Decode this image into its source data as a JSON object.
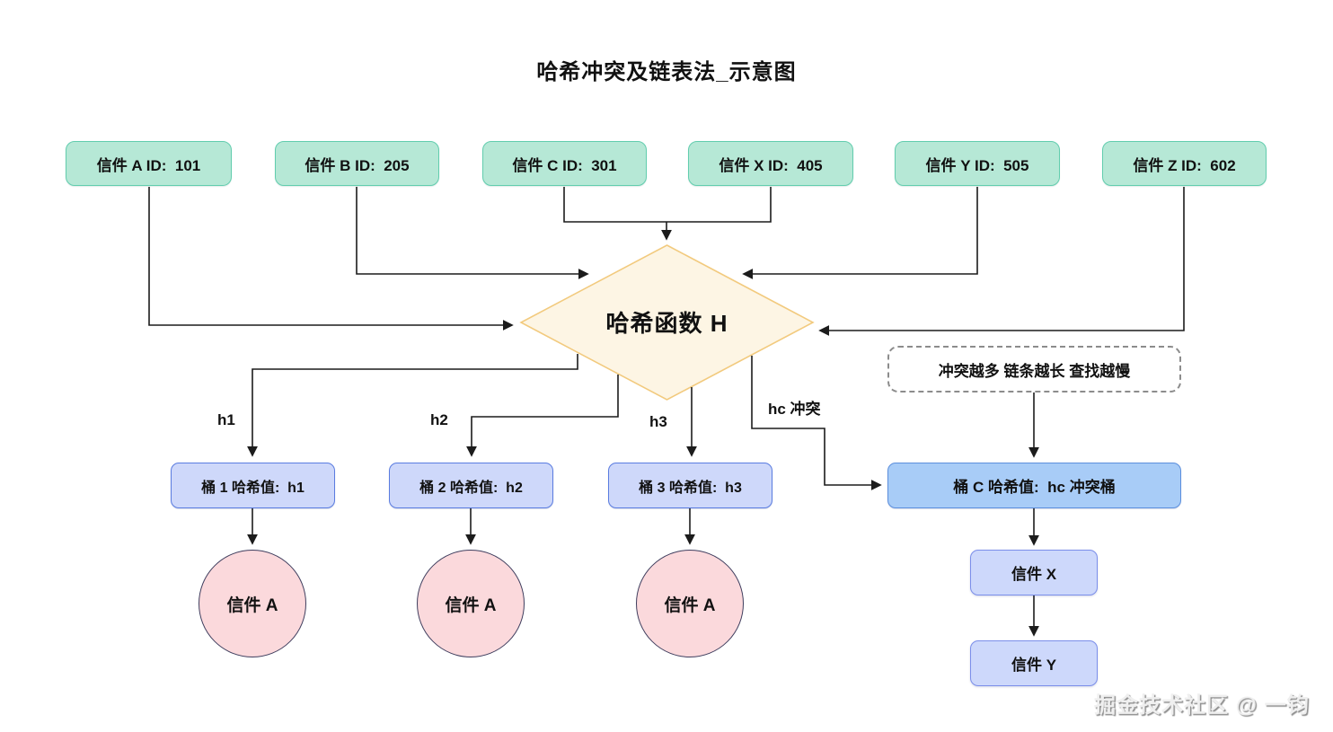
{
  "title": "哈希冲突及链表法_示意图",
  "watermark": "掘金技术社区 @ 一钧",
  "mails": [
    {
      "label": "信件 A ID:  101"
    },
    {
      "label": "信件 B ID:  205"
    },
    {
      "label": "信件 C ID:  301"
    },
    {
      "label": "信件 X ID:  405"
    },
    {
      "label": "信件 Y ID:  505"
    },
    {
      "label": "信件 Z ID:  602"
    }
  ],
  "hash_function": {
    "label": "哈希函数 H"
  },
  "note": {
    "label": "冲突越多 链条越长 查找越慢"
  },
  "edge_labels": {
    "h1": "h1",
    "h2": "h2",
    "h3": "h3",
    "hc": "hc 冲突"
  },
  "buckets": [
    {
      "label": "桶 1 哈希值:  h1"
    },
    {
      "label": "桶 2 哈希值:  h2"
    },
    {
      "label": "桶 3 哈希值:  h3"
    }
  ],
  "collision_bucket": {
    "label": "桶 C 哈希值:  hc 冲突桶"
  },
  "letters": [
    {
      "label": "信件 A"
    },
    {
      "label": "信件 A"
    },
    {
      "label": "信件 A"
    }
  ],
  "chain": [
    {
      "label": "信件 X"
    },
    {
      "label": "信件 Y"
    }
  ],
  "colors": {
    "mail_fill": "#b6e8d6",
    "mail_border": "#62cdae",
    "diamond_fill": "#fdf5e4",
    "diamond_border": "#f2ca7e",
    "bucket_fill": "#ced8fa",
    "bucket_border": "#5a7ce0",
    "collision_fill": "#a8ccf7",
    "collision_border": "#5c8fdd",
    "letter_fill": "#fbd9dc",
    "letter_border": "#3f3e5e",
    "chain_fill": "#cdd8fb",
    "chain_border": "#7b8eea",
    "note_border": "#8c8c8c",
    "arrow": "#1c1c1c"
  }
}
